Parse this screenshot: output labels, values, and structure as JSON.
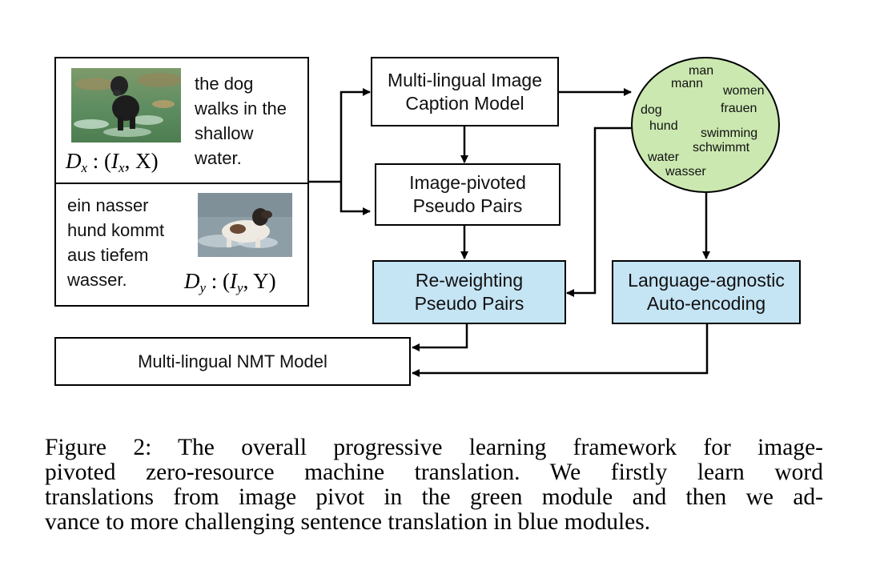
{
  "panel": {
    "english_caption": [
      "the dog",
      "walks in the",
      "shallow",
      "water."
    ],
    "german_caption": [
      "ein nasser",
      "hund kommt",
      "aus tiefem",
      "wasser."
    ],
    "dx_label": {
      "base": "D",
      "sub": "x",
      "rest": ": (",
      "i": "I",
      "isub": "x",
      "end": ", X)"
    },
    "dy_label": {
      "base": "D",
      "sub": "y",
      "rest": ": (",
      "i": "I",
      "isub": "y",
      "end": ", Y)"
    }
  },
  "boxes": {
    "caption_model": [
      "Multi-lingual Image",
      "Caption Model"
    ],
    "pseudo_pairs": [
      "Image-pivoted",
      "Pseudo Pairs"
    ],
    "reweighting": [
      "Re-weighting",
      "Pseudo Pairs"
    ],
    "autoencoding": [
      "Language-agnostic",
      "Auto-encoding"
    ],
    "nmt_model": "Multi-lingual NMT Model"
  },
  "word_circle": {
    "words": [
      "man",
      "mann",
      "women",
      "frauen",
      "dog",
      "hund",
      "swimming",
      "schwimmt",
      "water",
      "wasser"
    ]
  },
  "colors": {
    "green_module": "#cbe8b0",
    "blue_module": "#c5e4f4"
  },
  "caption": {
    "lines": [
      "Figure 2: The overall progressive learning framework for image-",
      "pivoted zero-resource machine translation. We firstly learn word",
      "translations from image pivot in the green module and then we ad-",
      "vance to more challenging sentence translation in blue modules."
    ]
  }
}
